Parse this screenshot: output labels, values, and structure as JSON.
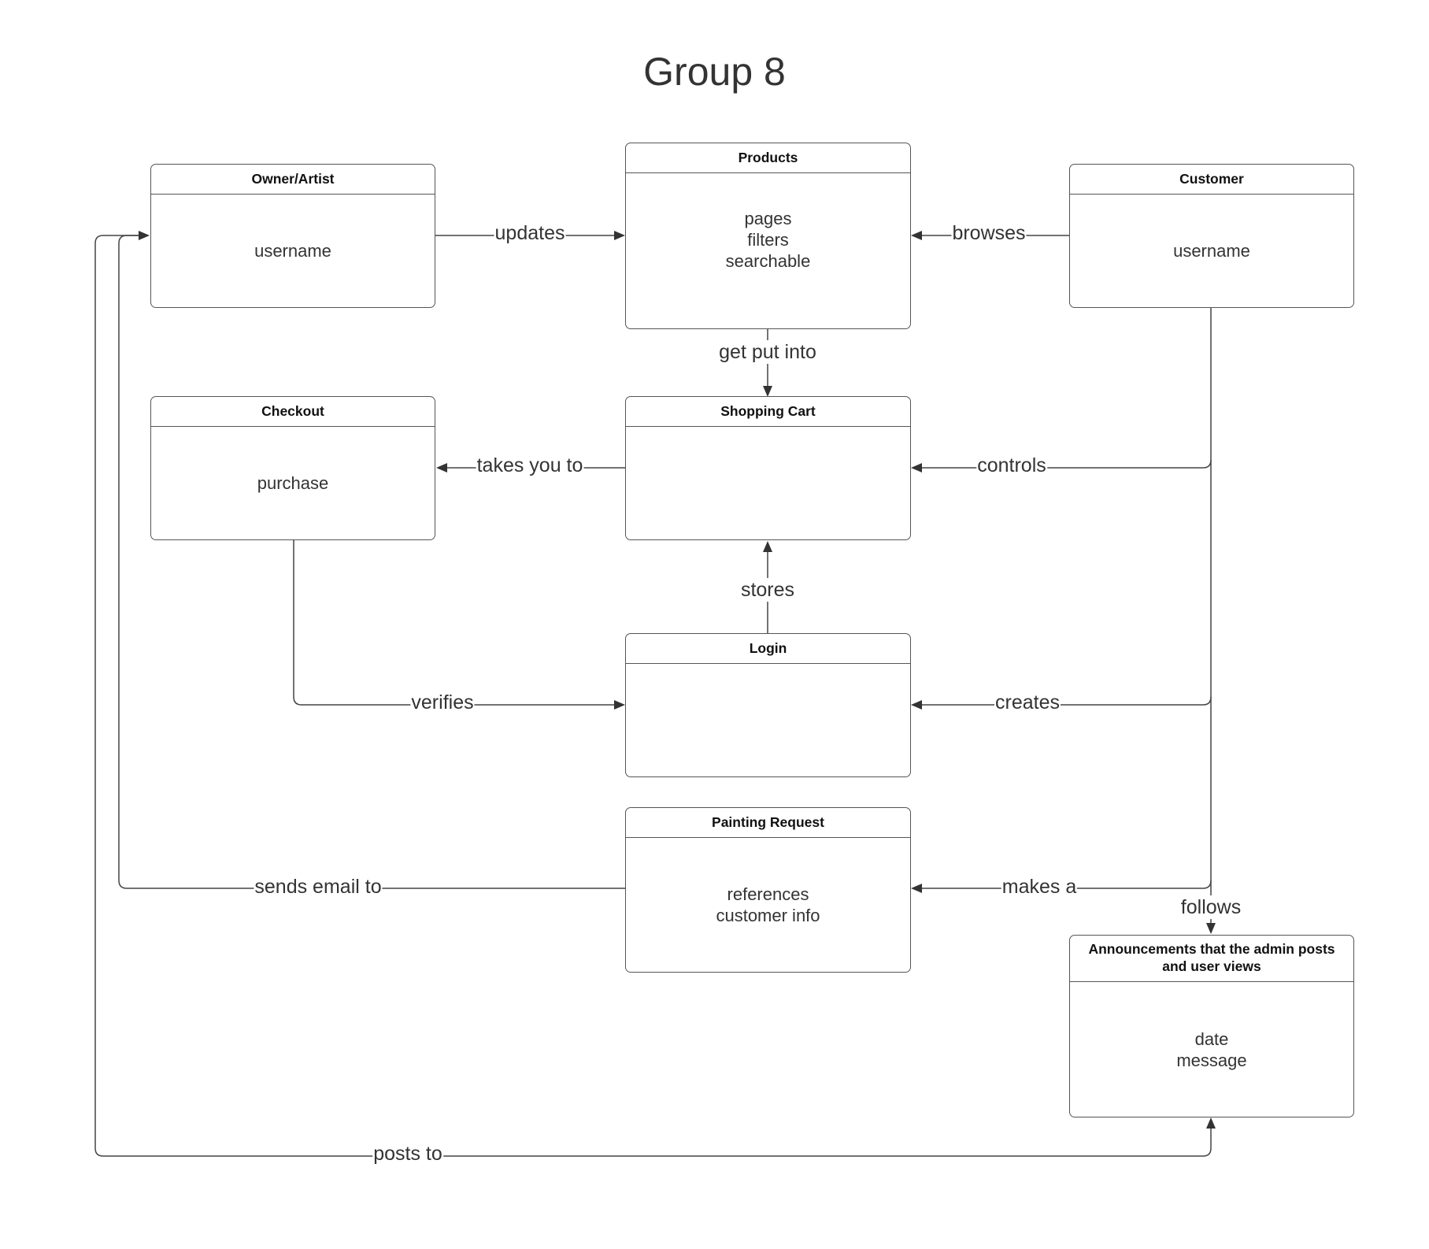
{
  "title": "Group 8",
  "colors": {
    "stroke": "#444444",
    "text": "#333333",
    "background": "#ffffff"
  },
  "entities": {
    "owner": {
      "name": "Owner/Artist",
      "attributes": [
        "username"
      ]
    },
    "products": {
      "name": "Products",
      "attributes": [
        "pages",
        "filters",
        "searchable"
      ]
    },
    "customer": {
      "name": "Customer",
      "attributes": [
        "username"
      ]
    },
    "checkout": {
      "name": "Checkout",
      "attributes": [
        "purchase"
      ]
    },
    "cart": {
      "name": "Shopping Cart",
      "attributes": []
    },
    "login": {
      "name": "Login",
      "attributes": []
    },
    "painting": {
      "name": "Painting Request",
      "attributes": [
        "references",
        "customer info"
      ]
    },
    "announcements": {
      "name": "Announcements that the admin posts and user views",
      "attributes": [
        "date",
        "message"
      ]
    }
  },
  "relationships": {
    "updates": "updates",
    "browses": "browses",
    "get_put_into": "get put into",
    "takes_you_to": "takes you to",
    "controls": "controls",
    "stores": "stores",
    "verifies": "verifies",
    "creates": "creates",
    "sends_email_to": "sends email to",
    "makes_a": "makes a",
    "follows": "follows",
    "posts_to": "posts to"
  }
}
